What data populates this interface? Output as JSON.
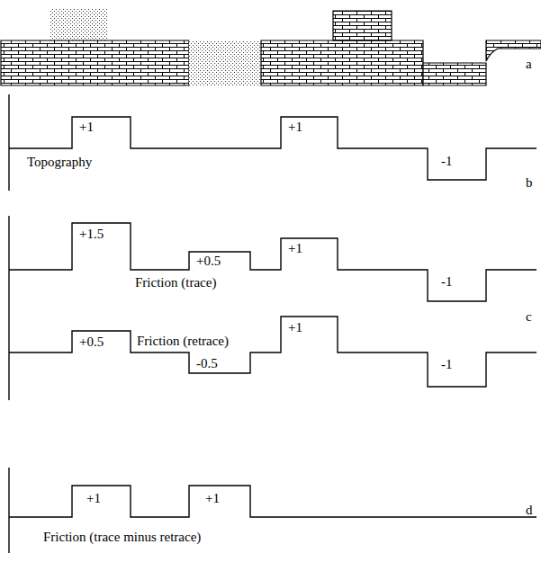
{
  "diagram": {
    "labels": [
      "a",
      "+1",
      "Topography",
      "+1",
      "-1",
      "b",
      "+1.5",
      "+0.5",
      "+1",
      "Friction (trace)",
      "-1",
      "+0.5",
      "-0.5",
      "+1",
      "Friction (retrace)",
      "-1",
      "c",
      "+1",
      "+1",
      "Friction (trace minus retrace)",
      "d"
    ]
  }
}
